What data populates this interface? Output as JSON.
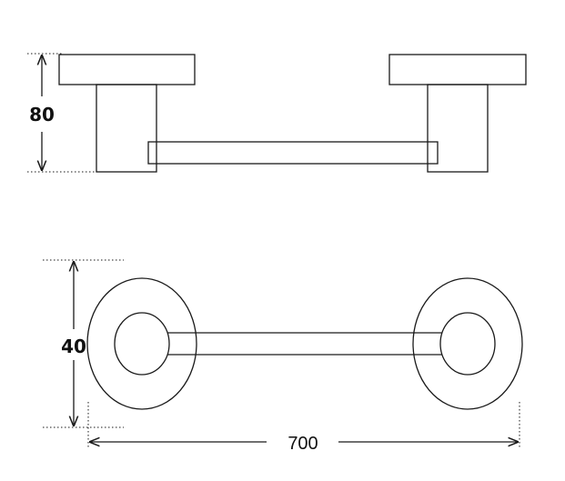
{
  "dimensions": {
    "height_side": "80",
    "height_top": "40",
    "length": "700"
  },
  "colors": {
    "line": "#1a1a1a",
    "background": "#ffffff"
  }
}
